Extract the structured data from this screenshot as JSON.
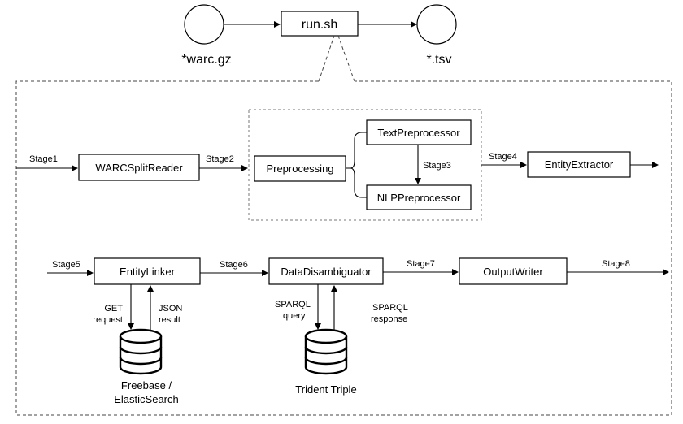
{
  "top": {
    "input_label": "*warc.gz",
    "script_label": "run.sh",
    "output_label": "*.tsv"
  },
  "row1": {
    "stage1": "Stage1",
    "warc_reader": "WARCSplitReader",
    "stage2": "Stage2",
    "preprocessing": "Preprocessing",
    "text_preprocessor": "TextPreprocessor",
    "stage3": "Stage3",
    "nlp_preprocessor": "NLPPreprocessor",
    "stage4": "Stage4",
    "entity_extractor": "EntityExtractor"
  },
  "row2": {
    "stage5": "Stage5",
    "entity_linker": "EntityLinker",
    "stage6": "Stage6",
    "data_disambiguator": "DataDisambiguator",
    "stage7": "Stage7",
    "output_writer": "OutputWriter",
    "stage8": "Stage8"
  },
  "databases": {
    "get_request": [
      "GET",
      "request"
    ],
    "json_result": [
      "JSON",
      "result"
    ],
    "freebase": [
      "Freebase /",
      "ElasticSearch"
    ],
    "sparql_query": [
      "SPARQL",
      "query"
    ],
    "sparql_response": [
      "SPARQL",
      "response"
    ],
    "trident": "Trident Triple"
  }
}
